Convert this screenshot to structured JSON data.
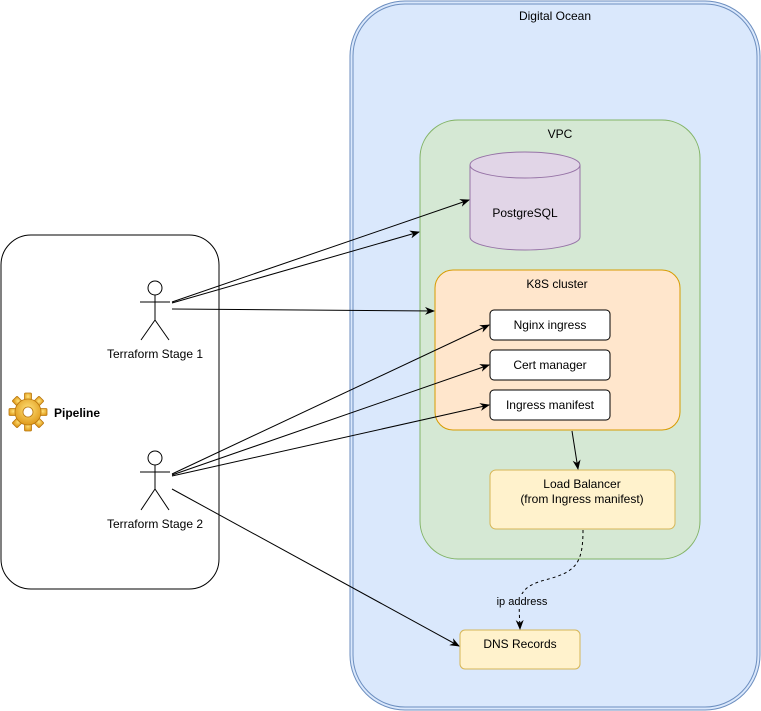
{
  "groups": {
    "cloud": "Digital Ocean",
    "vpc": "VPC",
    "cluster": "K8S cluster",
    "pipeline": "Pipeline"
  },
  "actors": {
    "stage1": "Terraform Stage 1",
    "stage2": "Terraform Stage 2"
  },
  "nodes": {
    "database": "PostgreSQL",
    "nginx": "Nginx ingress",
    "cert": "Cert manager",
    "ingress": "Ingress manifest",
    "lb_line1": "Load Balancer",
    "lb_line2": "(from Ingress manifest)",
    "dns": "DNS Records"
  },
  "edge_labels": {
    "ip": "ip address"
  },
  "icons": {
    "pipeline": "gear-icon",
    "actor": "person-icon"
  },
  "colors": {
    "cloud_fill": "#dae8fc",
    "cloud_stroke": "#6c8ebf",
    "vpc_fill": "#d5e8d4",
    "vpc_stroke": "#82b366",
    "cluster_fill": "#ffe6cc",
    "cluster_stroke": "#d79b00",
    "db_fill": "#e1d5e7",
    "db_stroke": "#9673a6",
    "note_fill": "#fff2cc",
    "note_stroke": "#d6b656",
    "gear": "#f0b429"
  }
}
